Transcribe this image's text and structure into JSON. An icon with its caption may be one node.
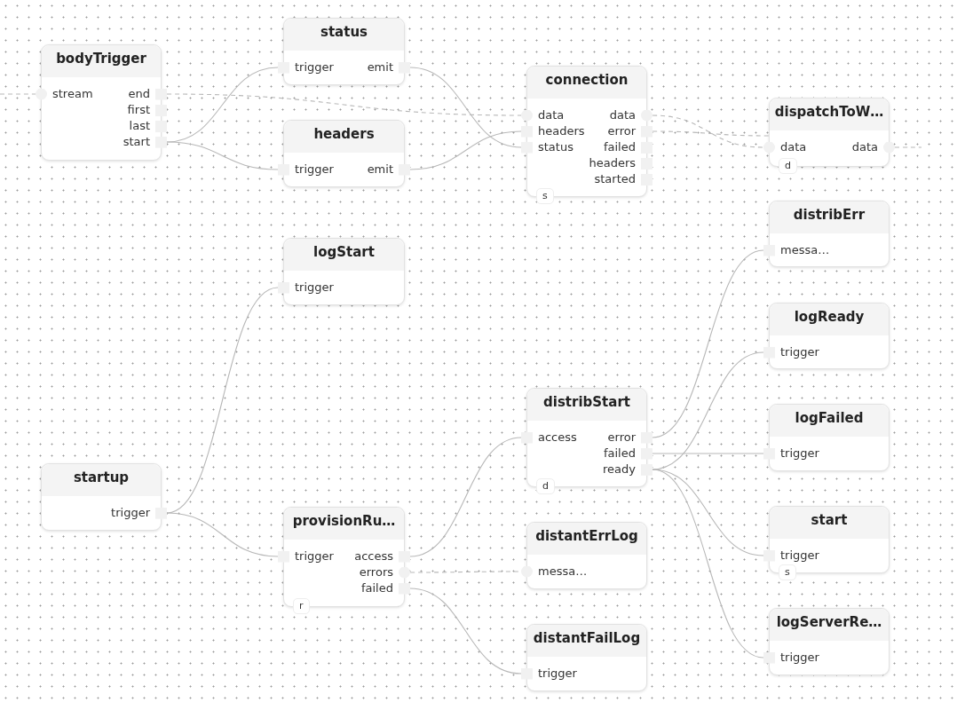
{
  "diagram": {
    "nodes": [
      {
        "text": [
          "bodyTrigger"
        ]
      },
      {
        "text": [
          "stream"
        ],
        "in": 0
      },
      {
        "text": [
          "end"
        ],
        "in": 0
      },
      {
        "text": [
          "first"
        ],
        "in": 0
      },
      {
        "text": [
          "last"
        ],
        "in": 0
      },
      {
        "text": [
          "start"
        ],
        "in": 0
      },
      {
        "text": [
          "status"
        ]
      },
      {
        "text": [
          "trigger"
        ],
        "in": 6
      },
      {
        "text": [
          "emit"
        ],
        "in": 6
      },
      {
        "text": [
          "headers"
        ]
      },
      {
        "text": [
          "trigger"
        ],
        "in": 9
      },
      {
        "text": [
          "emit"
        ],
        "in": 9
      },
      {
        "text": [
          "connection"
        ],
        "beside": [
          "s"
        ]
      },
      {
        "text": [
          "data"
        ],
        "in": 12
      },
      {
        "text": [
          "headers"
        ],
        "in": 12
      },
      {
        "text": [
          "status"
        ],
        "in": 12
      },
      {
        "text": [
          "data"
        ],
        "in": 12
      },
      {
        "text": [
          "error"
        ],
        "in": 12
      },
      {
        "text": [
          "failed"
        ],
        "in": 12
      },
      {
        "text": [
          "headers"
        ],
        "in": 12
      },
      {
        "text": [
          "started"
        ],
        "in": 12
      },
      {
        "text": [
          "dispatchToW…"
        ],
        "beside": [
          "d"
        ]
      },
      {
        "text": [
          "data"
        ],
        "in": 21
      },
      {
        "text": [
          "data"
        ],
        "in": 21
      },
      {
        "text": [
          "distribErr"
        ]
      },
      {
        "text": [
          "messa…"
        ],
        "in": 24
      },
      {
        "text": [
          "logStart"
        ]
      },
      {
        "text": [
          "trigger"
        ],
        "in": 26
      },
      {
        "text": [
          "logReady"
        ]
      },
      {
        "text": [
          "trigger"
        ],
        "in": 28
      },
      {
        "text": [
          "startup"
        ]
      },
      {
        "text": [
          "trigger"
        ],
        "in": 30
      },
      {
        "text": [
          "provisionRu…"
        ],
        "beside": [
          "r"
        ]
      },
      {
        "text": [
          "trigger"
        ],
        "in": 32
      },
      {
        "text": [
          "access"
        ],
        "in": 32
      },
      {
        "text": [
          "errors"
        ],
        "in": 32
      },
      {
        "text": [
          "failed"
        ],
        "in": 32
      },
      {
        "text": [
          "distribStart"
        ],
        "beside": [
          "d"
        ]
      },
      {
        "text": [
          "access"
        ],
        "in": 37
      },
      {
        "text": [
          "error"
        ],
        "in": 37
      },
      {
        "text": [
          "failed"
        ],
        "in": 37
      },
      {
        "text": [
          "ready"
        ],
        "in": 37
      },
      {
        "text": [
          "distantErrLog"
        ]
      },
      {
        "text": [
          "messa…"
        ],
        "in": 42
      },
      {
        "text": [
          "logFailed"
        ]
      },
      {
        "text": [
          "trigger"
        ],
        "in": 44
      },
      {
        "text": [
          "start"
        ],
        "beside": [
          "s"
        ]
      },
      {
        "text": [
          "trigger"
        ],
        "in": 46
      },
      {
        "text": [
          "distantFailLog"
        ]
      },
      {
        "text": [
          "trigger"
        ],
        "in": 48
      },
      {
        "text": [
          "logServerRe…"
        ]
      },
      {
        "text": [
          "trigger"
        ],
        "in": 50
      }
    ],
    "edges": [
      {
        "from": null,
        "to": 1,
        "arrow": "other",
        "style": "dashed"
      },
      {
        "from": 2,
        "to": 13,
        "arrow": "other",
        "style": "dashed"
      },
      {
        "from": 5,
        "to": 7,
        "arrow": "other"
      },
      {
        "from": 5,
        "to": 10,
        "arrow": "other"
      },
      {
        "from": 8,
        "to": 15,
        "arrow": "other"
      },
      {
        "from": 11,
        "to": 14,
        "arrow": "other"
      },
      {
        "from": 16,
        "to": 22,
        "arrow": "other",
        "style": "dashed"
      },
      {
        "from": 17,
        "to": 21,
        "arrow": "other",
        "style": "dashed"
      },
      {
        "from": 23,
        "to": null,
        "arrow": "other",
        "style": "dashed"
      },
      {
        "from": 31,
        "to": 27,
        "arrow": "other"
      },
      {
        "from": 31,
        "to": 33,
        "arrow": "other"
      },
      {
        "from": 34,
        "to": 38,
        "arrow": "other"
      },
      {
        "from": 35,
        "to": 43,
        "arrow": "other",
        "style": "dashed"
      },
      {
        "from": 36,
        "to": 49,
        "arrow": "other"
      },
      {
        "from": 39,
        "to": 25,
        "arrow": "other"
      },
      {
        "from": 40,
        "to": 45,
        "arrow": "other"
      },
      {
        "from": 41,
        "to": 29,
        "arrow": "other"
      },
      {
        "from": 41,
        "to": 47,
        "arrow": "other"
      },
      {
        "from": 41,
        "to": 51,
        "arrow": "other"
      }
    ]
  }
}
